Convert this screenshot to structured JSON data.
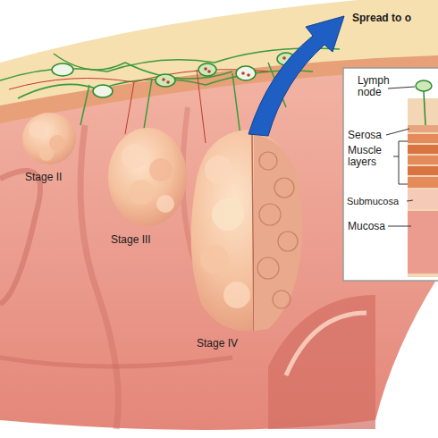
{
  "diagram": {
    "labels": [
      "Spread to o",
      "Lymph node",
      "Serosa",
      "Muscle layers",
      "Submucosa",
      "Mucosa",
      "Stage II",
      "Stage III",
      "Stage IV"
    ]
  }
}
